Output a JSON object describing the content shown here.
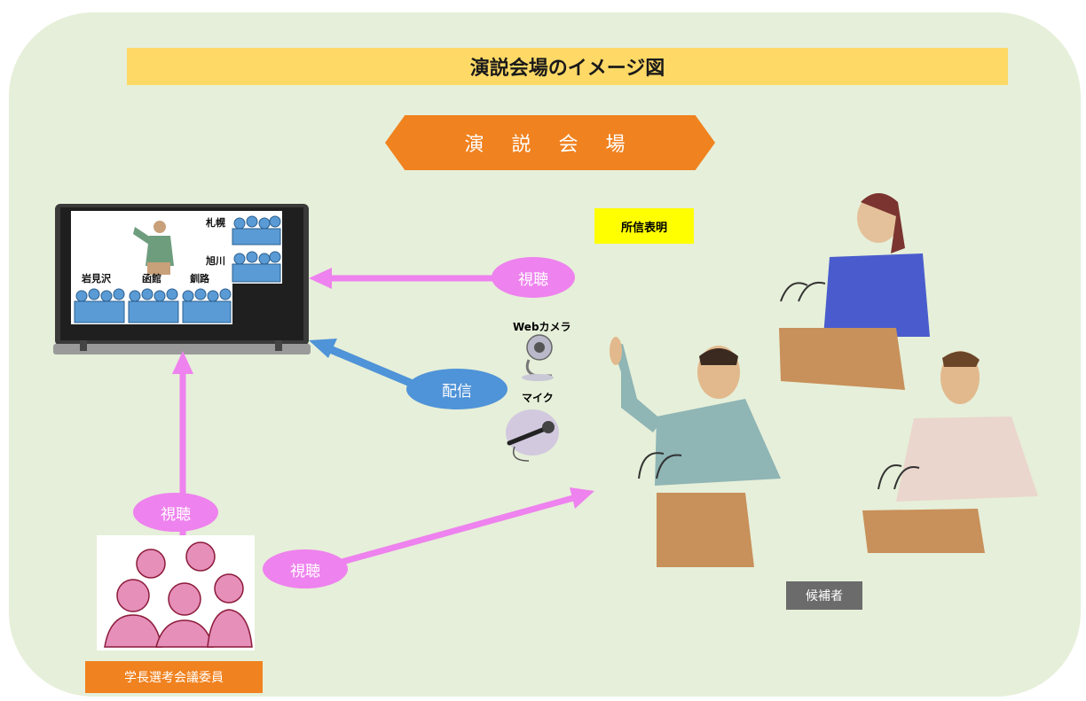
{
  "title": "演説会場のイメージ図",
  "venue": "演 説 会 場",
  "callout": "所信表明",
  "devices": {
    "camera": "Webカメラ",
    "mic": "マイク"
  },
  "flows": {
    "viewing_screen": "視聴",
    "broadcast": "配信",
    "viewing_members": "視聴",
    "viewing_candidates": "視聴"
  },
  "screen_cities": {
    "sapporo": "札幌",
    "asahikawa": "旭川",
    "iwamizawa": "岩見沢",
    "hakodate": "函館",
    "kushiro": "釧路"
  },
  "roles": {
    "candidates": "候補者",
    "committee": "学長選考会議委員"
  },
  "colors": {
    "background": "#e6efd9",
    "title_band": "#fed966",
    "venue_banner": "#f0821f",
    "view_arrow": "#ee82ee",
    "broadcast_arrow": "#4f93d8",
    "callout": "#ffff00",
    "committee_label": "#f0821f",
    "candidate_label": "#6b6b6b"
  }
}
